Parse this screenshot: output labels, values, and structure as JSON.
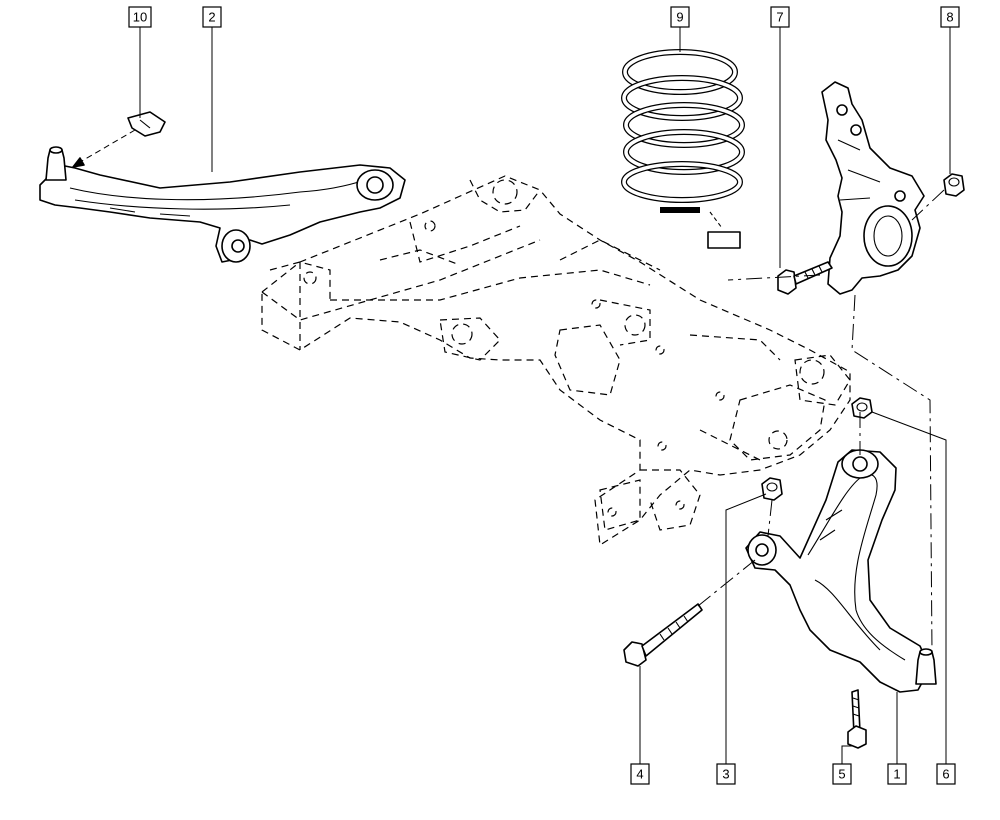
{
  "callouts": [
    {
      "id": "c10",
      "label": "10"
    },
    {
      "id": "c2",
      "label": "2"
    },
    {
      "id": "c9",
      "label": "9"
    },
    {
      "id": "c7",
      "label": "7"
    },
    {
      "id": "c8",
      "label": "8"
    },
    {
      "id": "c4",
      "label": "4"
    },
    {
      "id": "c3",
      "label": "3"
    },
    {
      "id": "c5",
      "label": "5"
    },
    {
      "id": "c1",
      "label": "1"
    },
    {
      "id": "c6",
      "label": "6"
    }
  ],
  "parts": {
    "subframe": "subframe-dashed",
    "upper_arm": "suspension-arm-left",
    "lower_arm": "suspension-arm-right",
    "spring": "coil-spring",
    "knuckle": "steering-knuckle"
  }
}
